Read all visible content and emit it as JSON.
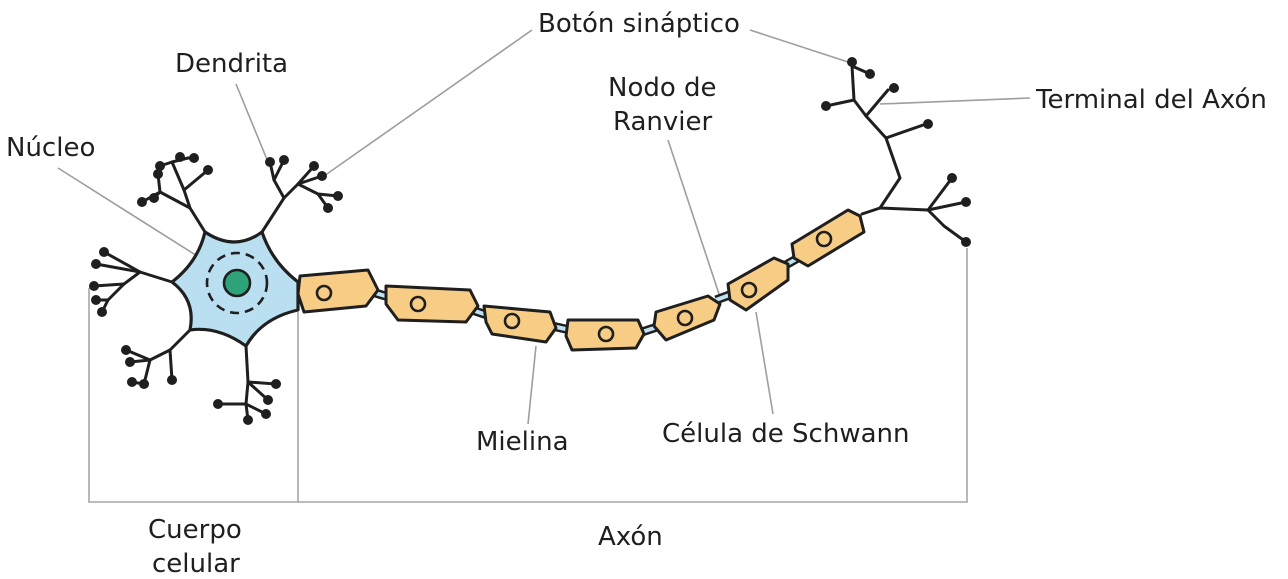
{
  "colors": {
    "soma_fill": "#b9dff0",
    "nucleus_fill": "#2ea37a",
    "myelin_fill": "#f7cd86",
    "outline": "#1f1f1f",
    "leader_line": "#9e9e9e"
  },
  "labels": {
    "boton_sinaptico": "Botón sináptico",
    "dendrita": "Dendrita",
    "nucleo": "Núcleo",
    "nodo_de_ranvier_line1": "Nodo de",
    "nodo_de_ranvier_line2": "Ranvier",
    "terminal_del_axon": "Terminal del Axón",
    "mielina": "Mielina",
    "celula_de_schwann": "Célula de Schwann",
    "cuerpo_celular_line1": "Cuerpo",
    "cuerpo_celular_line2": "celular",
    "axon": "Axón"
  }
}
